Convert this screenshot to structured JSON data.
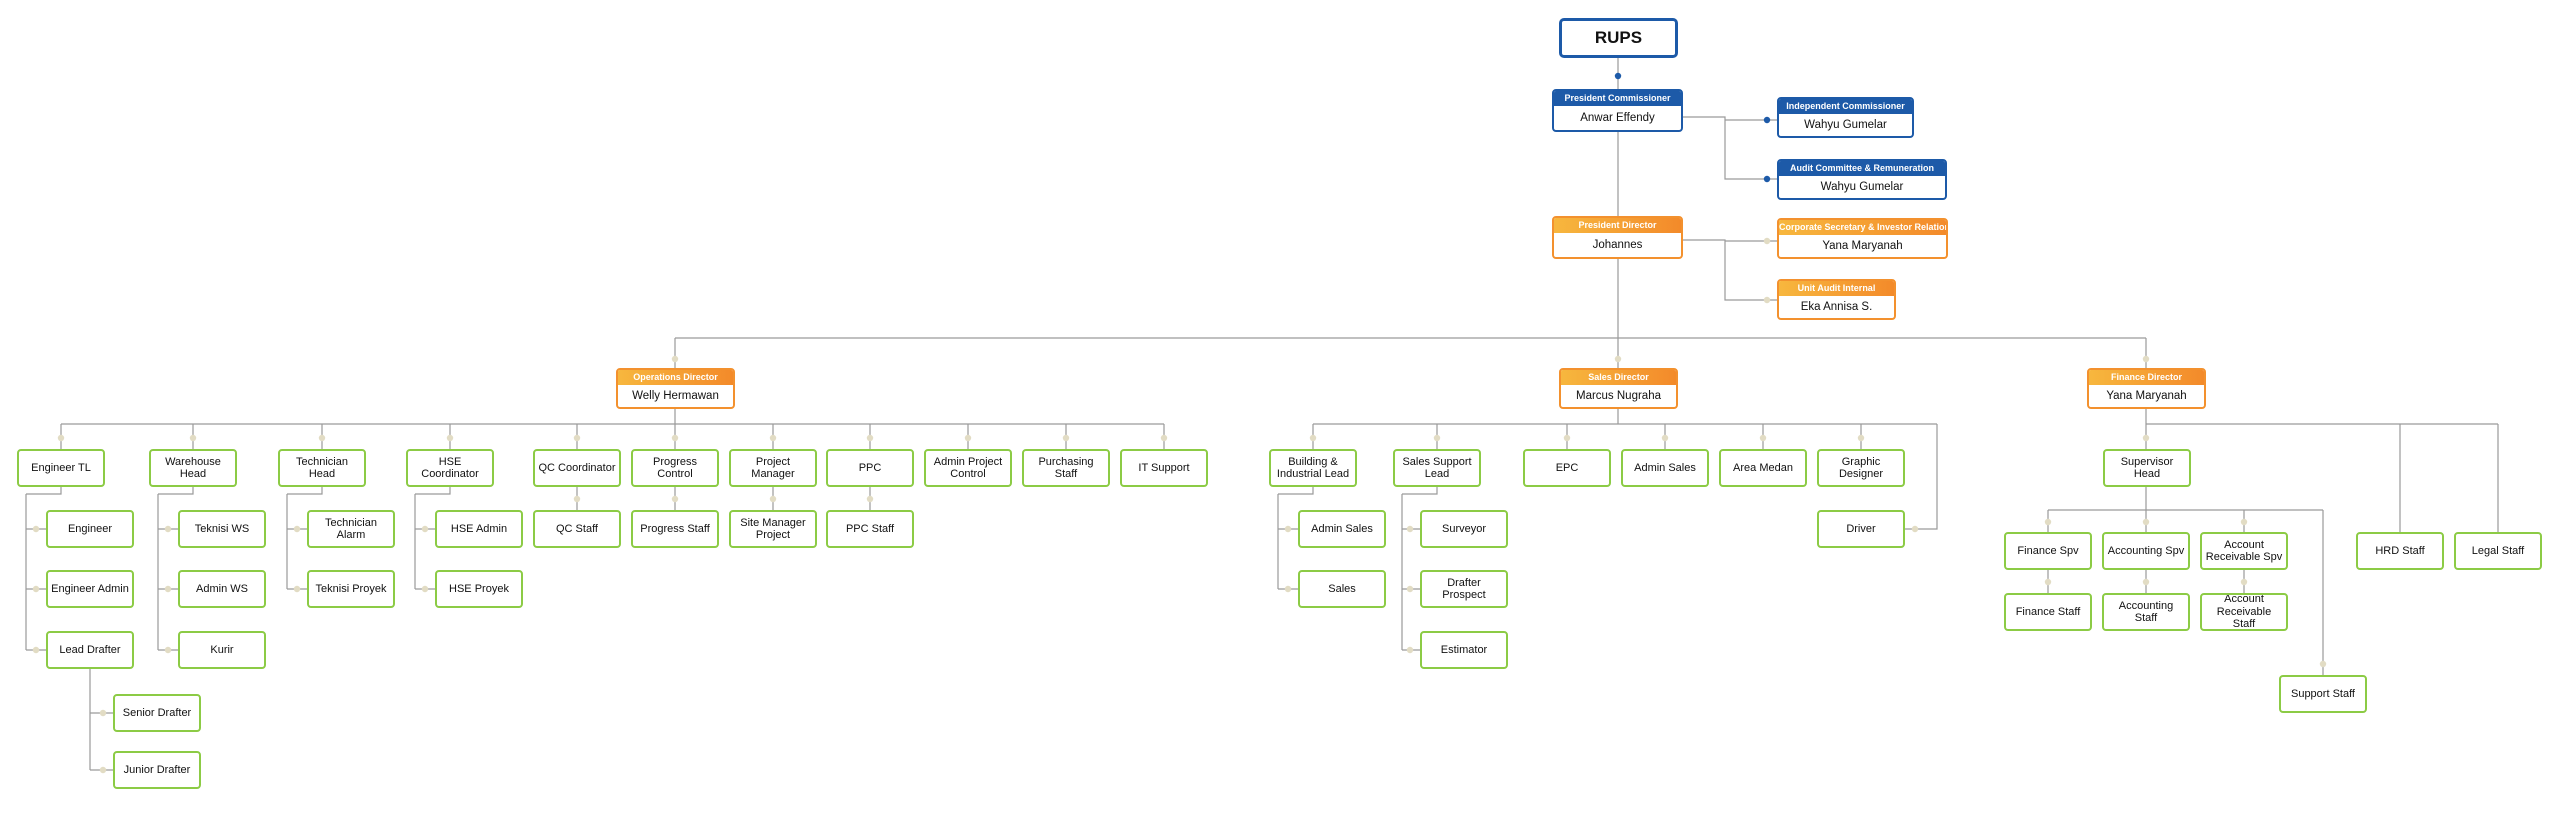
{
  "root": "RUPS",
  "board": {
    "president_commissioner": {
      "title": "President Commissioner",
      "name": "Anwar Effendy"
    },
    "independent_commissioner": {
      "title": "Independent Commissioner",
      "name": "Wahyu Gumelar"
    },
    "audit_committee": {
      "title": "Audit Committee & Remuneration",
      "name": "Wahyu Gumelar"
    }
  },
  "management": {
    "president_director": {
      "title": "President Director",
      "name": "Johannes"
    },
    "corporate_secretary": {
      "title": "Corporate Secretary & Investor Relation",
      "name": "Yana Maryanah"
    },
    "internal_audit": {
      "title": "Unit Audit Internal",
      "name": "Eka Annisa S."
    }
  },
  "directors": {
    "operations": {
      "title": "Operations Director",
      "name": "Welly Hermawan"
    },
    "sales": {
      "title": "Sales Director",
      "name": "Marcus Nugraha"
    },
    "finance": {
      "title": "Finance Director",
      "name": "Yana Maryanah"
    }
  },
  "units": {
    "engineer_tl": "Engineer TL",
    "engineer": "Engineer",
    "engineer_admin": "Engineer Admin",
    "lead_drafter": "Lead Drafter",
    "senior_drafter": "Senior Drafter",
    "junior_drafter": "Junior Drafter",
    "warehouse_head": "Warehouse Head",
    "teknisi_ws": "Teknisi WS",
    "admin_ws": "Admin WS",
    "kurir": "Kurir",
    "technician_head": "Technician Head",
    "technician_alarm": "Technician Alarm",
    "teknisi_proyek": "Teknisi Proyek",
    "hse_coordinator": "HSE Coordinator",
    "hse_admin": "HSE Admin",
    "hse_proyek": "HSE Proyek",
    "qc_coordinator": "QC Coordinator",
    "qc_staff": "QC Staff",
    "progress_control": "Progress Control",
    "progress_staff": "Progress Staff",
    "project_manager": "Project Manager",
    "site_manager_project": "Site Manager Project",
    "ppc": "PPC",
    "ppc_staff": "PPC Staff",
    "admin_project_control": "Admin Project Control",
    "purchasing_staff": "Purchasing Staff",
    "it_support": "IT Support",
    "building_industrial_lead": "Building & Industrial Lead",
    "admin_sales_1": "Admin Sales",
    "sales": "Sales",
    "sales_support_lead": "Sales Support Lead",
    "surveyor": "Surveyor",
    "drafter_prospect": "Drafter Prospect",
    "estimator": "Estimator",
    "epc": "EPC",
    "admin_sales_2": "Admin Sales",
    "area_medan": "Area Medan",
    "graphic_designer": "Graphic Designer",
    "driver": "Driver",
    "supervisor_head": "Supervisor Head",
    "finance_spv": "Finance Spv",
    "finance_staff": "Finance Staff",
    "accounting_spv": "Accounting Spv",
    "accounting_staff": "Accounting Staff",
    "ar_spv": "Account Receivable Spv",
    "ar_staff": "Account Receivable Staff",
    "support_staff": "Support Staff",
    "hrd_staff": "HRD Staff",
    "legal_staff": "Legal Staff"
  },
  "colors": {
    "board_blue": "#1d5aa8",
    "director_orange": "#f3912e",
    "unit_green": "#8ccb45",
    "connector_gray": "#9a9a9a"
  }
}
